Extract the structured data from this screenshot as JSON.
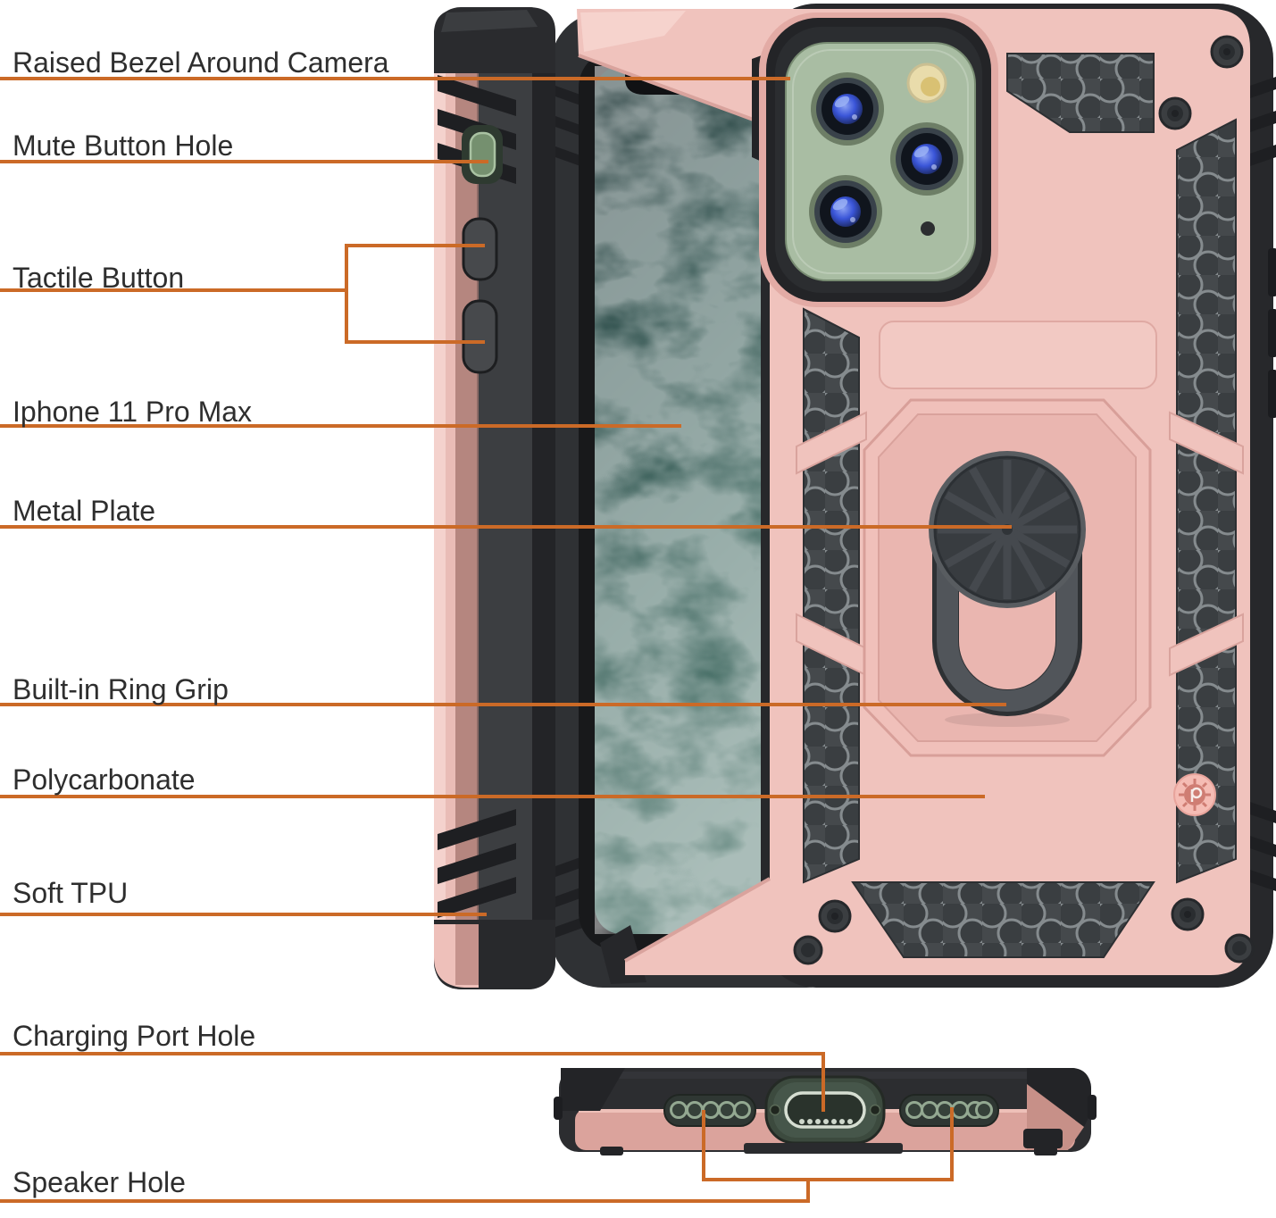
{
  "diagram": {
    "product": "rugged ring-grip phone case",
    "annotations": [
      {
        "id": "raised-bezel",
        "label": "Raised Bezel Around Camera"
      },
      {
        "id": "mute-button",
        "label": "Mute Button Hole"
      },
      {
        "id": "tactile-button",
        "label": "Tactile Button"
      },
      {
        "id": "iphone",
        "label": "Iphone 11 Pro Max"
      },
      {
        "id": "metal-plate",
        "label": "Metal Plate"
      },
      {
        "id": "ring-grip",
        "label": "Built-in Ring Grip"
      },
      {
        "id": "polycarbonate",
        "label": "Polycarbonate"
      },
      {
        "id": "soft-tpu",
        "label": "Soft TPU"
      },
      {
        "id": "charging-port",
        "label": "Charging Port Hole"
      },
      {
        "id": "speaker",
        "label": "Speaker Hole"
      }
    ],
    "views": [
      "side-profile",
      "front-with-screen",
      "back-with-ring-grip",
      "bottom-edge"
    ],
    "icons": [
      "punkcase-logo"
    ],
    "colors": {
      "annotation_line": "#cb6a27",
      "label_text": "#2e2e2e",
      "case_pink": "#f0c3bd",
      "case_pink_shade": "#c9938e",
      "case_black": "#2d2e31",
      "camera_green": "#a9bda3",
      "screen_teal": "#1c413d",
      "mesh_gray": "#45494c",
      "ring_gray": "#51555a",
      "port_green": "#3c4a3e",
      "background": "#ffffff"
    }
  }
}
